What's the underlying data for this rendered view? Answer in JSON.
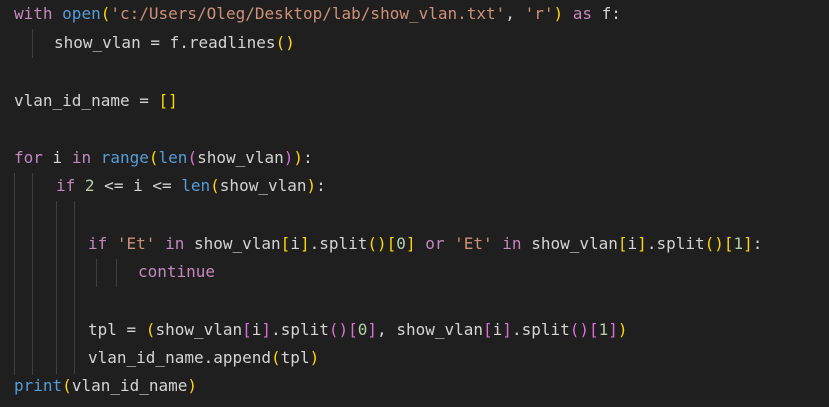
{
  "code": {
    "l1": {
      "with": "with",
      "open": "open",
      "paren_open": "(",
      "path": "'c:/Users/Oleg/Desktop/lab/show_vlan.txt'",
      "comma": ", ",
      "mode": "'r'",
      "paren_close": ")",
      "as": " as",
      "f": " f:"
    },
    "l2": {
      "lhs": "show_vlan = f.readlines",
      "paren": "()"
    },
    "l4": {
      "lhs": "vlan_id_name = ",
      "brackets": "[]"
    },
    "l6": {
      "for": "for",
      "i": " i ",
      "in": "in",
      "sp": " ",
      "range": "range",
      "p_open": "(",
      "len": "len",
      "p2_open": "(",
      "arg": "show_vlan",
      "p2_close": ")",
      "p_close": ")",
      "colon": ":"
    },
    "l7": {
      "if": "if",
      "sp1": " ",
      "two": "2",
      "mid": " <= i <= ",
      "len": "len",
      "p_open": "(",
      "arg": "show_vlan",
      "p_close": ")",
      "colon": ":"
    },
    "l9": {
      "if": "if",
      "s1": " ",
      "et1": "'Et'",
      "s2": " ",
      "in1": "in",
      "v1": " show_vlan",
      "b1o": "[",
      "i1": "i",
      "b1c": "]",
      "split1": ".split",
      "p1": "()",
      "b2o": "[",
      "zero": "0",
      "b2c": "]",
      "s3": " ",
      "or": "or",
      "s4": " ",
      "et2": "'Et'",
      "s5": " ",
      "in2": "in",
      "v2": " show_vlan",
      "b3o": "[",
      "i2": "i",
      "b3c": "]",
      "split2": ".split",
      "p2": "()",
      "b4o": "[",
      "one": "1",
      "b4c": "]",
      "colon": ":"
    },
    "l10": {
      "continue": "continue"
    },
    "l12": {
      "lhs": "tpl = ",
      "po": "(",
      "v1": "show_vlan",
      "b1o": "[",
      "i1": "i",
      "b1c": "]",
      "split1": ".split",
      "p1": "()",
      "b2o": "[",
      "zero": "0",
      "b2c": "]",
      "comma": ", show_vlan",
      "b3o": "[",
      "i2": "i",
      "b3c": "]",
      "split2": ".split",
      "p2": "()",
      "b4o": "[",
      "one": "1",
      "b4c": "]",
      "pc": ")"
    },
    "l13": {
      "lhs": "vlan_id_name.append",
      "po": "(",
      "arg": "tpl",
      "pc": ")"
    },
    "l14": {
      "print": "print",
      "po": "(",
      "arg": "vlan_id_name",
      "pc": ")"
    }
  },
  "colors": {
    "keyword": "#c586c0",
    "builtin": "#569cd6",
    "string": "#ce9178",
    "number": "#b5cea8",
    "bracket_level1": "#ffd700",
    "bracket_level2": "#da70d6",
    "bracket_level3": "#179fff",
    "background": "#1f1f1f"
  }
}
